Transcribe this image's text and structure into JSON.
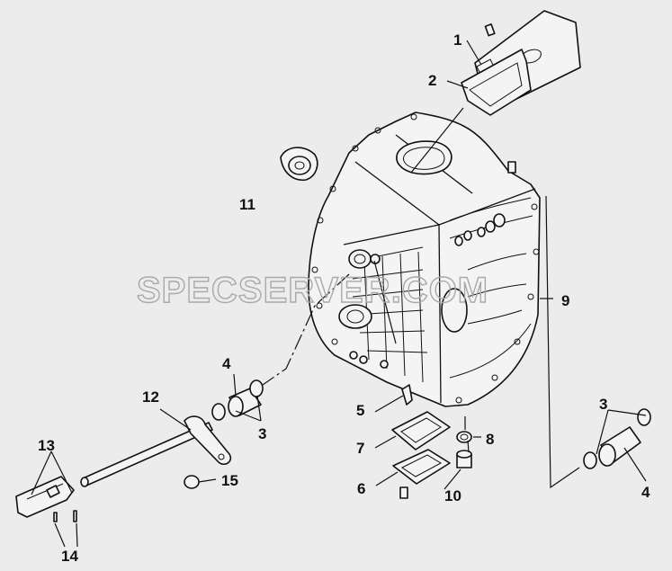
{
  "watermark": "SPECSERVER.COM",
  "callouts": [
    {
      "id": "c1",
      "text": "1"
    },
    {
      "id": "c2",
      "text": "2"
    },
    {
      "id": "c3a",
      "text": "3"
    },
    {
      "id": "c3b",
      "text": "3"
    },
    {
      "id": "c4a",
      "text": "4"
    },
    {
      "id": "c4b",
      "text": "4"
    },
    {
      "id": "c5",
      "text": "5"
    },
    {
      "id": "c6",
      "text": "6"
    },
    {
      "id": "c7",
      "text": "7"
    },
    {
      "id": "c8",
      "text": "8"
    },
    {
      "id": "c9",
      "text": "9"
    },
    {
      "id": "c10",
      "text": "10"
    },
    {
      "id": "c11",
      "text": "11"
    },
    {
      "id": "c12",
      "text": "12"
    },
    {
      "id": "c13",
      "text": "13"
    },
    {
      "id": "c14",
      "text": "14"
    },
    {
      "id": "c15",
      "text": "15"
    }
  ]
}
